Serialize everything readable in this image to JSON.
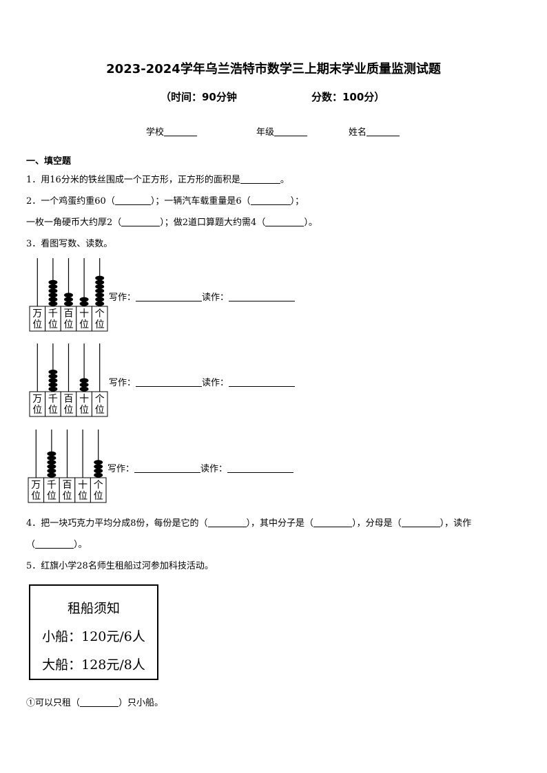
{
  "title": "2023-2024学年乌兰浩特市数学三上期末学业质量监测试题",
  "subtitle": {
    "time": "（时间：90分钟",
    "score": "分数：100分）"
  },
  "fields": {
    "school": "学校",
    "grade": "年级",
    "name": "姓名"
  },
  "section1": "一、填空题",
  "q1": {
    "text": "1．用16分米的铁丝围成一个正方形，正方形的面积是",
    "end": "。"
  },
  "q2": {
    "line1": [
      "2．一个鸡蛋约重60（",
      "）；一辆汽车载重量是6（",
      "）；"
    ],
    "line2": [
      "一枚一角硬币大约厚2（",
      "）；做2道口算题大约需4（",
      "）。"
    ]
  },
  "q3": {
    "text": "3．看图写数、读数。",
    "write_label": "写作：",
    "read_label": "读作："
  },
  "place_labels": [
    {
      "top": "万",
      "bottom": "位"
    },
    {
      "top": "千",
      "bottom": "位"
    },
    {
      "top": "百",
      "bottom": "位"
    },
    {
      "top": "十",
      "bottom": "位"
    },
    {
      "top": "个",
      "bottom": "位"
    }
  ],
  "abacuses": [
    {
      "beads": [
        0,
        6,
        3,
        2,
        7
      ]
    },
    {
      "beads": [
        0,
        5,
        0,
        3,
        0
      ]
    },
    {
      "beads": [
        0,
        6,
        0,
        0,
        4
      ]
    }
  ],
  "q4": {
    "line1": [
      "4．把一块巧克力平均分成8份，每份是它的（",
      "），其中分子是（",
      "），分母是（",
      "），读作"
    ],
    "line2": [
      "（",
      "）。"
    ]
  },
  "q5": {
    "text": "5．红旗小学28名师生租船过河参加科技活动。"
  },
  "notice": {
    "title": "租船须知",
    "small": "小船：120元/6人",
    "big": "大船：128元/8人"
  },
  "q5_1": [
    "①可以只租（",
    "）只小船。"
  ]
}
